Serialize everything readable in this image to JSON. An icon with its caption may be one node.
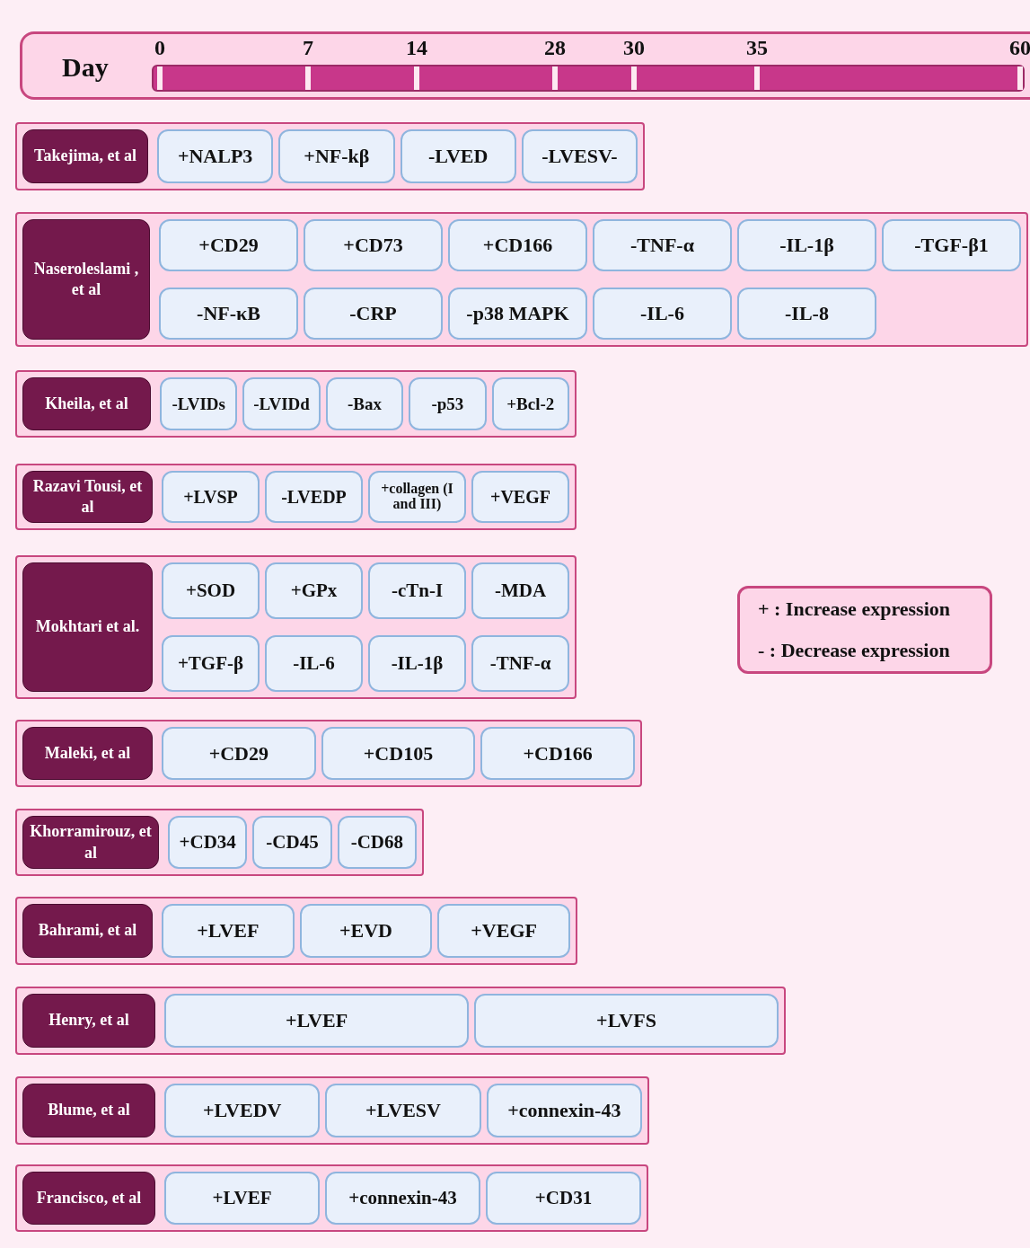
{
  "diagram": {
    "nodes": [
      {
        "text": [
          "Day"
        ]
      },
      {
        "text": [],
        "shape": "box"
      },
      {
        "text": [
          "Takejima, et al"
        ],
        "in": 1
      },
      {
        "text": [
          "+NALP3"
        ],
        "in": 1
      },
      {
        "text": [
          "+NF-kβ"
        ],
        "in": 1
      },
      {
        "text": [
          "-LVED"
        ],
        "in": 1
      },
      {
        "text": [
          "-LVESV-"
        ],
        "in": 1
      },
      {
        "text": [],
        "shape": "box"
      },
      {
        "text": [
          "Naseroleslami , et al"
        ],
        "in": 7
      },
      {
        "text": [
          "+CD29"
        ],
        "in": 7
      },
      {
        "text": [
          "+CD73"
        ],
        "in": 7
      },
      {
        "text": [
          "+CD166"
        ],
        "in": 7
      },
      {
        "text": [
          "-TNF-α"
        ],
        "in": 7
      },
      {
        "text": [
          "-IL-1β"
        ],
        "in": 7
      },
      {
        "text": [
          "-TGF-β1"
        ],
        "in": 7
      },
      {
        "text": [
          "-NF-κB"
        ],
        "in": 7
      },
      {
        "text": [
          "-CRP"
        ],
        "in": 7
      },
      {
        "text": [
          "-p38 MAPK"
        ],
        "in": 7
      },
      {
        "text": [
          "-IL-6"
        ],
        "in": 7
      },
      {
        "text": [
          "-IL-8"
        ],
        "in": 7
      },
      {
        "text": [],
        "shape": "box"
      },
      {
        "text": [
          "Kheila, et al"
        ],
        "in": 20
      },
      {
        "text": [
          "-LVIDs"
        ],
        "in": 20
      },
      {
        "text": [
          "-LVIDd"
        ],
        "in": 20
      },
      {
        "text": [
          "-Bax"
        ],
        "in": 20
      },
      {
        "text": [
          "-p53"
        ],
        "in": 20
      },
      {
        "text": [
          "+Bcl-2"
        ],
        "in": 20
      },
      {
        "text": [],
        "shape": "box"
      },
      {
        "text": [
          "Razavi Tousi, et al"
        ],
        "in": 27
      },
      {
        "text": [
          "+LVSP"
        ],
        "in": 27
      },
      {
        "text": [
          "-LVEDP"
        ],
        "in": 27
      },
      {
        "text": [
          "+collagen (I and III)"
        ],
        "in": 27
      },
      {
        "text": [
          "+VEGF"
        ],
        "in": 27
      },
      {
        "text": [],
        "shape": "box"
      },
      {
        "text": [
          "Mokhtari et al."
        ],
        "in": 33
      },
      {
        "text": [
          "+SOD"
        ],
        "in": 33
      },
      {
        "text": [
          "+GPx"
        ],
        "in": 33
      },
      {
        "text": [
          "-cTn-I"
        ],
        "in": 33
      },
      {
        "text": [
          "-MDA"
        ],
        "in": 33
      },
      {
        "text": [
          "+TGF-β"
        ],
        "in": 33
      },
      {
        "text": [
          "-IL-6"
        ],
        "in": 33
      },
      {
        "text": [
          "-IL-1β"
        ],
        "in": 33
      },
      {
        "text": [
          "-TNF-α"
        ],
        "in": 33
      },
      {
        "text": [],
        "shape": "box"
      },
      {
        "text": [
          "Maleki, et al"
        ],
        "in": 43
      },
      {
        "text": [
          "+CD29"
        ],
        "in": 43
      },
      {
        "text": [
          "+CD105"
        ],
        "in": 43
      },
      {
        "text": [
          "+CD166"
        ],
        "in": 43
      },
      {
        "text": [],
        "shape": "box"
      },
      {
        "text": [
          "Khorramirouz, et al"
        ],
        "in": 48
      },
      {
        "text": [
          "+CD34"
        ],
        "in": 48
      },
      {
        "text": [
          "-CD45"
        ],
        "in": 48
      },
      {
        "text": [
          "-CD68"
        ],
        "in": 48
      },
      {
        "text": [],
        "shape": "box"
      },
      {
        "text": [
          "Bahrami, et al"
        ],
        "in": 53
      },
      {
        "text": [
          "+LVEF"
        ],
        "in": 53
      },
      {
        "text": [
          "+EVD"
        ],
        "in": 53
      },
      {
        "text": [
          "+VEGF"
        ],
        "in": 53
      },
      {
        "text": [],
        "shape": "box"
      },
      {
        "text": [
          "Henry, et al"
        ],
        "in": 58
      },
      {
        "text": [
          "+LVEF"
        ],
        "in": 58
      },
      {
        "text": [
          "+LVFS"
        ],
        "in": 58
      },
      {
        "text": [],
        "shape": "box"
      },
      {
        "text": [
          "Blume, et al"
        ],
        "in": 62
      },
      {
        "text": [
          "+LVEDV"
        ],
        "in": 62
      },
      {
        "text": [
          "+LVESV"
        ],
        "in": 62
      },
      {
        "text": [
          "+connexin-43"
        ],
        "in": 62
      },
      {
        "text": [],
        "shape": "box"
      },
      {
        "text": [
          "Francisco, et al"
        ],
        "in": 67
      },
      {
        "text": [
          "+LVEF"
        ],
        "in": 67
      },
      {
        "text": [
          "+connexin-43"
        ],
        "in": 67
      },
      {
        "text": [
          "+CD31"
        ],
        "in": 67
      }
    ],
    "labels": [
      "0",
      "7",
      "14",
      "28",
      "30",
      "35",
      "60"
    ],
    "legend": [
      {
        "text": "+ : Increase expression"
      },
      {
        "text": "- : Decrease expression"
      }
    ]
  }
}
